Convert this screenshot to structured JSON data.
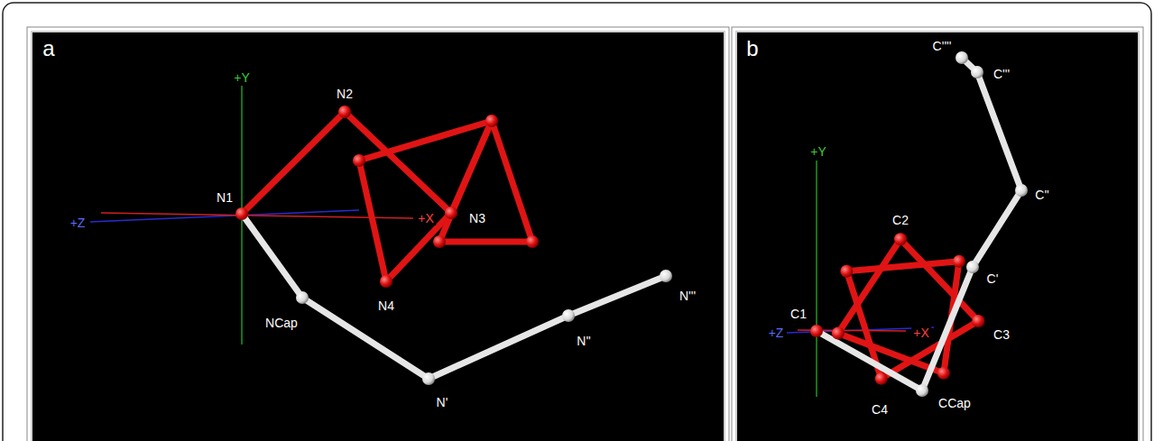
{
  "diagram": {
    "labels": [
      "a",
      "+Y",
      "N2",
      "N1",
      "+Z",
      "+X",
      "N3",
      "N4",
      "NCap",
      "N'",
      "N''",
      "N'''",
      "b",
      "C''''",
      "C'''",
      "+Y",
      "C''",
      "C2",
      "C'",
      "C1",
      "+Z",
      "+X",
      "C3",
      "C4",
      "CCap"
    ]
  }
}
